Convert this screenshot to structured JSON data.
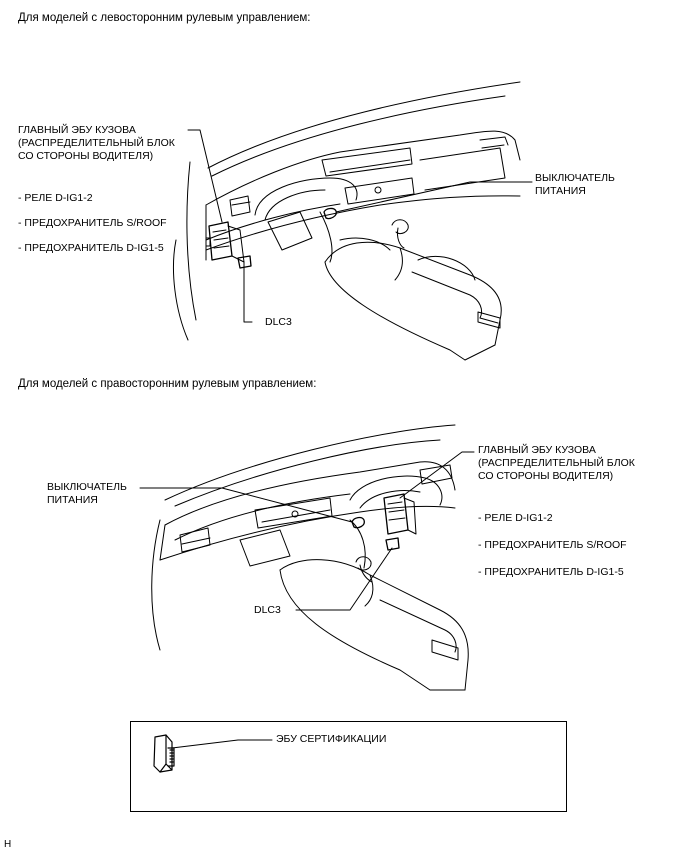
{
  "section_lhd": {
    "heading": "Для моделей с левосторонним рулевым управлением:",
    "main_ecu": [
      "ГЛАВНЫЙ ЭБУ КУЗОВА",
      "(РАСПРЕДЕЛИТЕЛЬНЫЙ БЛОК",
      "СО СТОРОНЫ ВОДИТЕЛЯ)"
    ],
    "items": [
      "- РЕЛЕ D-IG1-2",
      "- ПРЕДОХРАНИТЕЛЬ S/ROOF",
      "- ПРЕДОХРАНИТЕЛЬ D-IG1-5"
    ],
    "power_switch": [
      "ВЫКЛЮЧАТЕЛЬ",
      "ПИТАНИЯ"
    ],
    "dlc3": "DLC3"
  },
  "section_rhd": {
    "heading": "Для моделей с правосторонним рулевым управлением:",
    "main_ecu": [
      "ГЛАВНЫЙ ЭБУ КУЗОВА",
      "(РАСПРЕДЕЛИТЕЛЬНЫЙ БЛОК",
      "СО СТОРОНЫ ВОДИТЕЛЯ)"
    ],
    "items": [
      "- РЕЛЕ D-IG1-2",
      "- ПРЕДОХРАНИТЕЛЬ S/ROOF",
      "- ПРЕДОХРАНИТЕЛЬ D-IG1-5"
    ],
    "power_switch": [
      "ВЫКЛЮЧАТЕЛЬ",
      "ПИТАНИЯ"
    ],
    "dlc3": "DLC3"
  },
  "legend_box": {
    "label": "ЭБУ СЕРТИФИКАЦИИ"
  },
  "footer_code": "H"
}
